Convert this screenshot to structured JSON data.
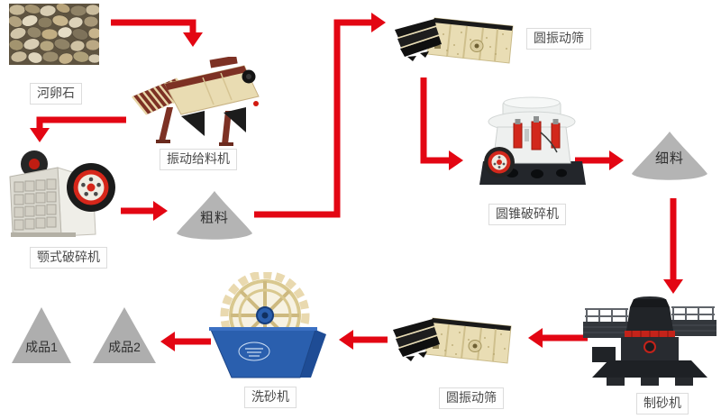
{
  "colors": {
    "arrow": "#e30613",
    "cone_fill": "#b4b4b4",
    "product_fill": "#aeaeae",
    "label_border": "#dcdcdc",
    "label_text": "#4a4a4a",
    "machine_cream": "#e9dcb2",
    "machine_maroon": "#7d3124",
    "washer_blue": "#2a5fae"
  },
  "nodes": {
    "raw_material": {
      "label": "河卵石"
    },
    "vibrating_feeder": {
      "label": "振动给料机"
    },
    "jaw_crusher": {
      "label": "颚式破碎机"
    },
    "coarse_material": {
      "label": "粗料"
    },
    "screen_top": {
      "label": "圆振动筛"
    },
    "cone_crusher": {
      "label": "圆锥破碎机"
    },
    "fine_material": {
      "label": "细料"
    },
    "sand_maker": {
      "label": "制砂机"
    },
    "screen_bottom": {
      "label": "圆振动筛"
    },
    "sand_washer": {
      "label": "洗砂机"
    },
    "product_1": {
      "label": "成品1"
    },
    "product_2": {
      "label": "成品2"
    }
  },
  "edges": [
    {
      "from": "raw_material",
      "to": "vibrating_feeder"
    },
    {
      "from": "vibrating_feeder",
      "to": "jaw_crusher"
    },
    {
      "from": "jaw_crusher",
      "to": "coarse_material"
    },
    {
      "from": "coarse_material",
      "to": "screen_top"
    },
    {
      "from": "screen_top",
      "to": "cone_crusher"
    },
    {
      "from": "cone_crusher",
      "to": "fine_material"
    },
    {
      "from": "fine_material",
      "to": "sand_maker"
    },
    {
      "from": "sand_maker",
      "to": "screen_bottom"
    },
    {
      "from": "screen_bottom",
      "to": "sand_washer"
    },
    {
      "from": "sand_washer",
      "to": "product_1"
    }
  ]
}
